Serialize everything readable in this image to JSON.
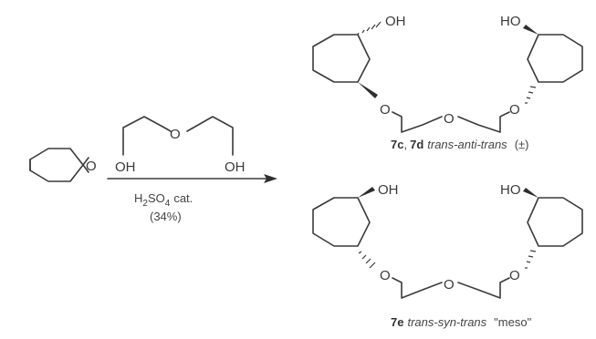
{
  "reactant": {
    "atom_o": "O"
  },
  "reagent": {
    "chain_o": "O",
    "oh_left": "OH",
    "oh_right": "OH",
    "acid_h": "H",
    "acid_sub2": "2",
    "acid_so": "SO",
    "acid_sub4": "4",
    "acid_cat": "cat.",
    "yield": "(34%)"
  },
  "product_top": {
    "oh_left": "OH",
    "ho_right": "HO",
    "o_left": "O",
    "o_center": "O",
    "o_right": "O",
    "label_num1": "7c",
    "label_sep": ",",
    "label_num2": "7d",
    "label_desc": "trans-anti-trans",
    "label_note": "(±)"
  },
  "product_bottom": {
    "oh_left": "OH",
    "ho_right": "HO",
    "o_left": "O",
    "o_center": "O",
    "o_right": "O",
    "label_num": "7e",
    "label_desc": "trans-syn-trans",
    "label_note": "\"meso\""
  },
  "colors": {
    "ink": "#3a3a3a",
    "background": "#ffffff"
  }
}
